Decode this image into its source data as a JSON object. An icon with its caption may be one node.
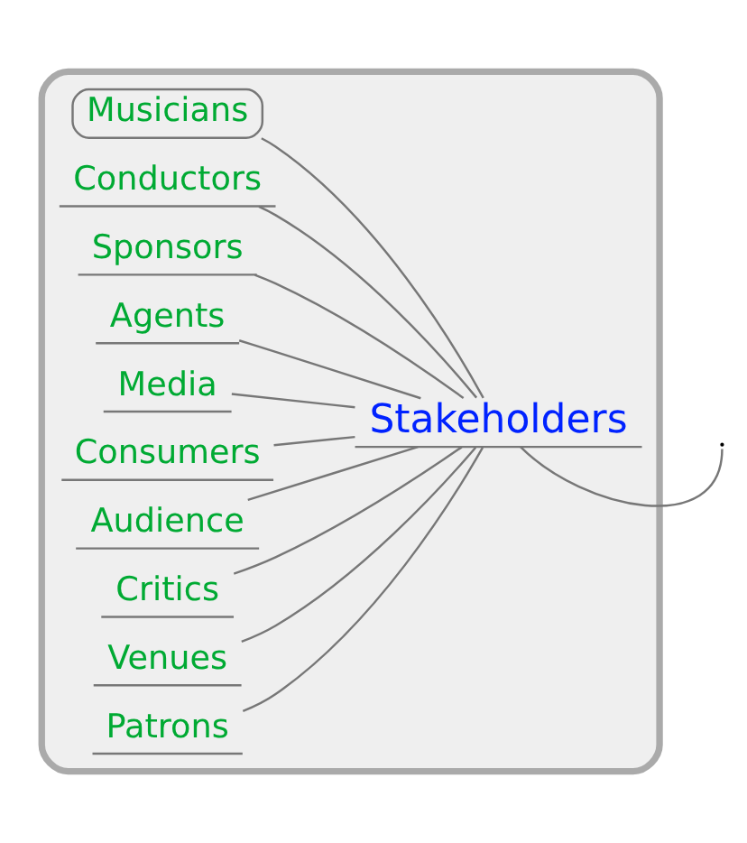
{
  "diagram": {
    "nodes": [
      {
        "text": [],
        "shape": "cloud"
      },
      {
        "text": [
          "Stakeholders"
        ],
        "in": 0
      },
      {
        "text": [
          "Musicians"
        ],
        "in": 0
      },
      {
        "text": [
          "Conductors"
        ],
        "in": 0
      },
      {
        "text": [
          "Sponsors"
        ],
        "in": 0
      },
      {
        "text": [
          "Agents"
        ],
        "in": 0
      },
      {
        "text": [
          "Media"
        ],
        "in": 0
      },
      {
        "text": [
          "Consumers"
        ],
        "in": 0
      },
      {
        "text": [
          "Audience"
        ],
        "in": 0
      },
      {
        "text": [
          "Critics"
        ],
        "in": 0
      },
      {
        "text": [
          "Venues"
        ],
        "in": 0
      },
      {
        "text": [
          "Patrons"
        ],
        "in": 0
      }
    ],
    "edges": [
      {
        "from": 1,
        "to": 2,
        "arrow": "none"
      },
      {
        "from": 1,
        "to": 3,
        "arrow": "none"
      },
      {
        "from": 1,
        "to": 4,
        "arrow": "none"
      },
      {
        "from": 1,
        "to": 5,
        "arrow": "none"
      },
      {
        "from": 1,
        "to": 6,
        "arrow": "none"
      },
      {
        "from": 1,
        "to": 7,
        "arrow": "none"
      },
      {
        "from": 1,
        "to": 8,
        "arrow": "none"
      },
      {
        "from": 1,
        "to": 9,
        "arrow": "none"
      },
      {
        "from": 1,
        "to": 10,
        "arrow": "none"
      },
      {
        "from": 1,
        "to": 11,
        "arrow": "none"
      },
      {
        "from": 1,
        "to": null,
        "arrow": "none"
      }
    ]
  }
}
